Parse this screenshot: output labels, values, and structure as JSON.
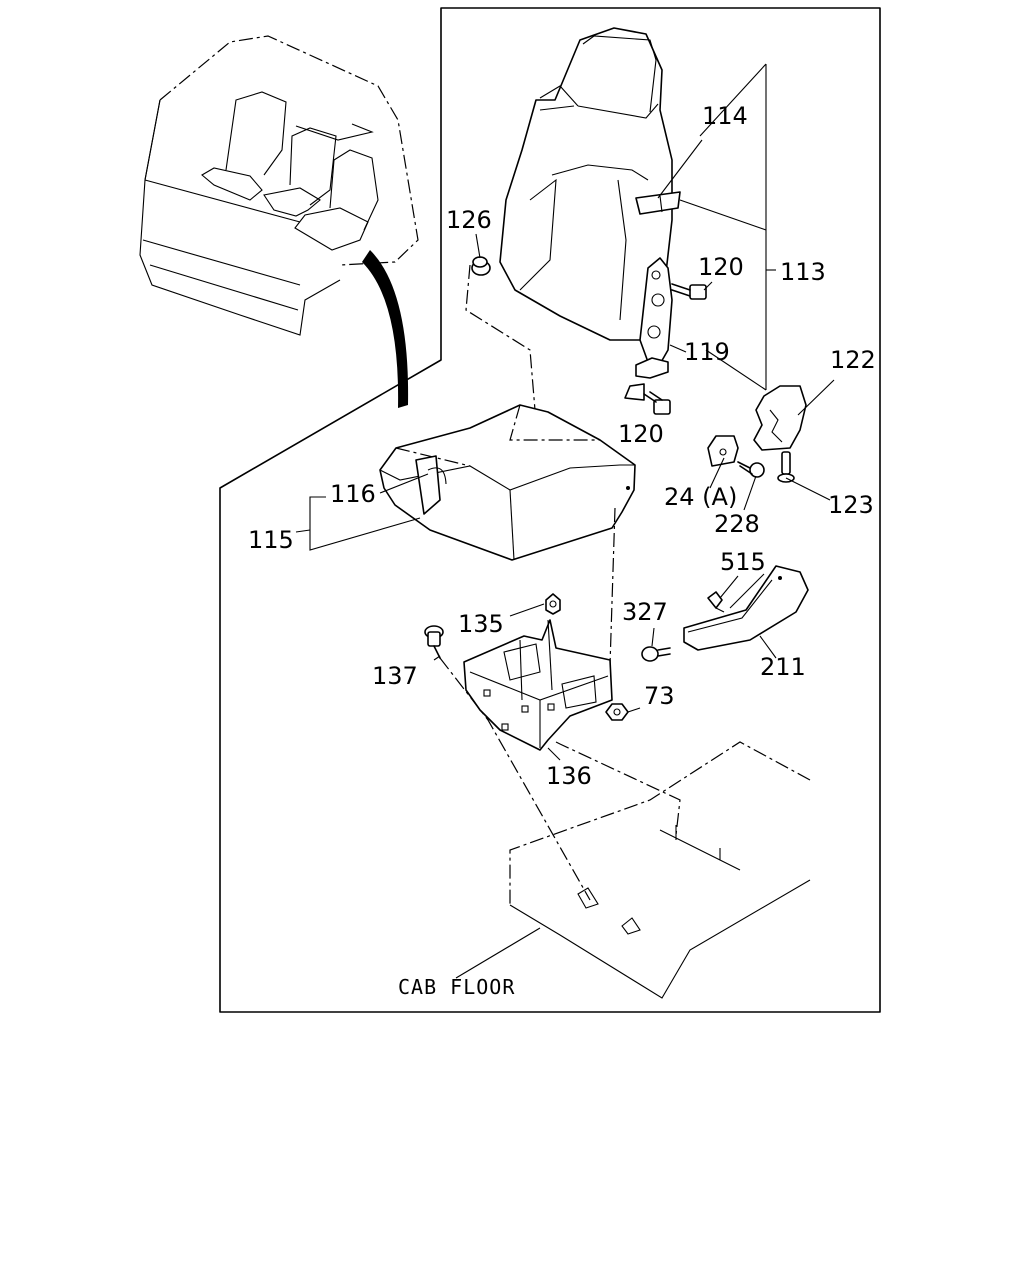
{
  "labels": {
    "l114": "114",
    "l126": "126",
    "l120a": "120",
    "l113": "113",
    "l119": "119",
    "l122": "122",
    "l120b": "120",
    "l24": "24 (A)",
    "l116": "116",
    "l123": "123",
    "l228": "228",
    "l115": "115",
    "l515": "515",
    "l327": "327",
    "l135": "135",
    "l211": "211",
    "l137": "137",
    "l73": "73",
    "l136": "136"
  },
  "cab_floor_label": "CAB FLOOR"
}
